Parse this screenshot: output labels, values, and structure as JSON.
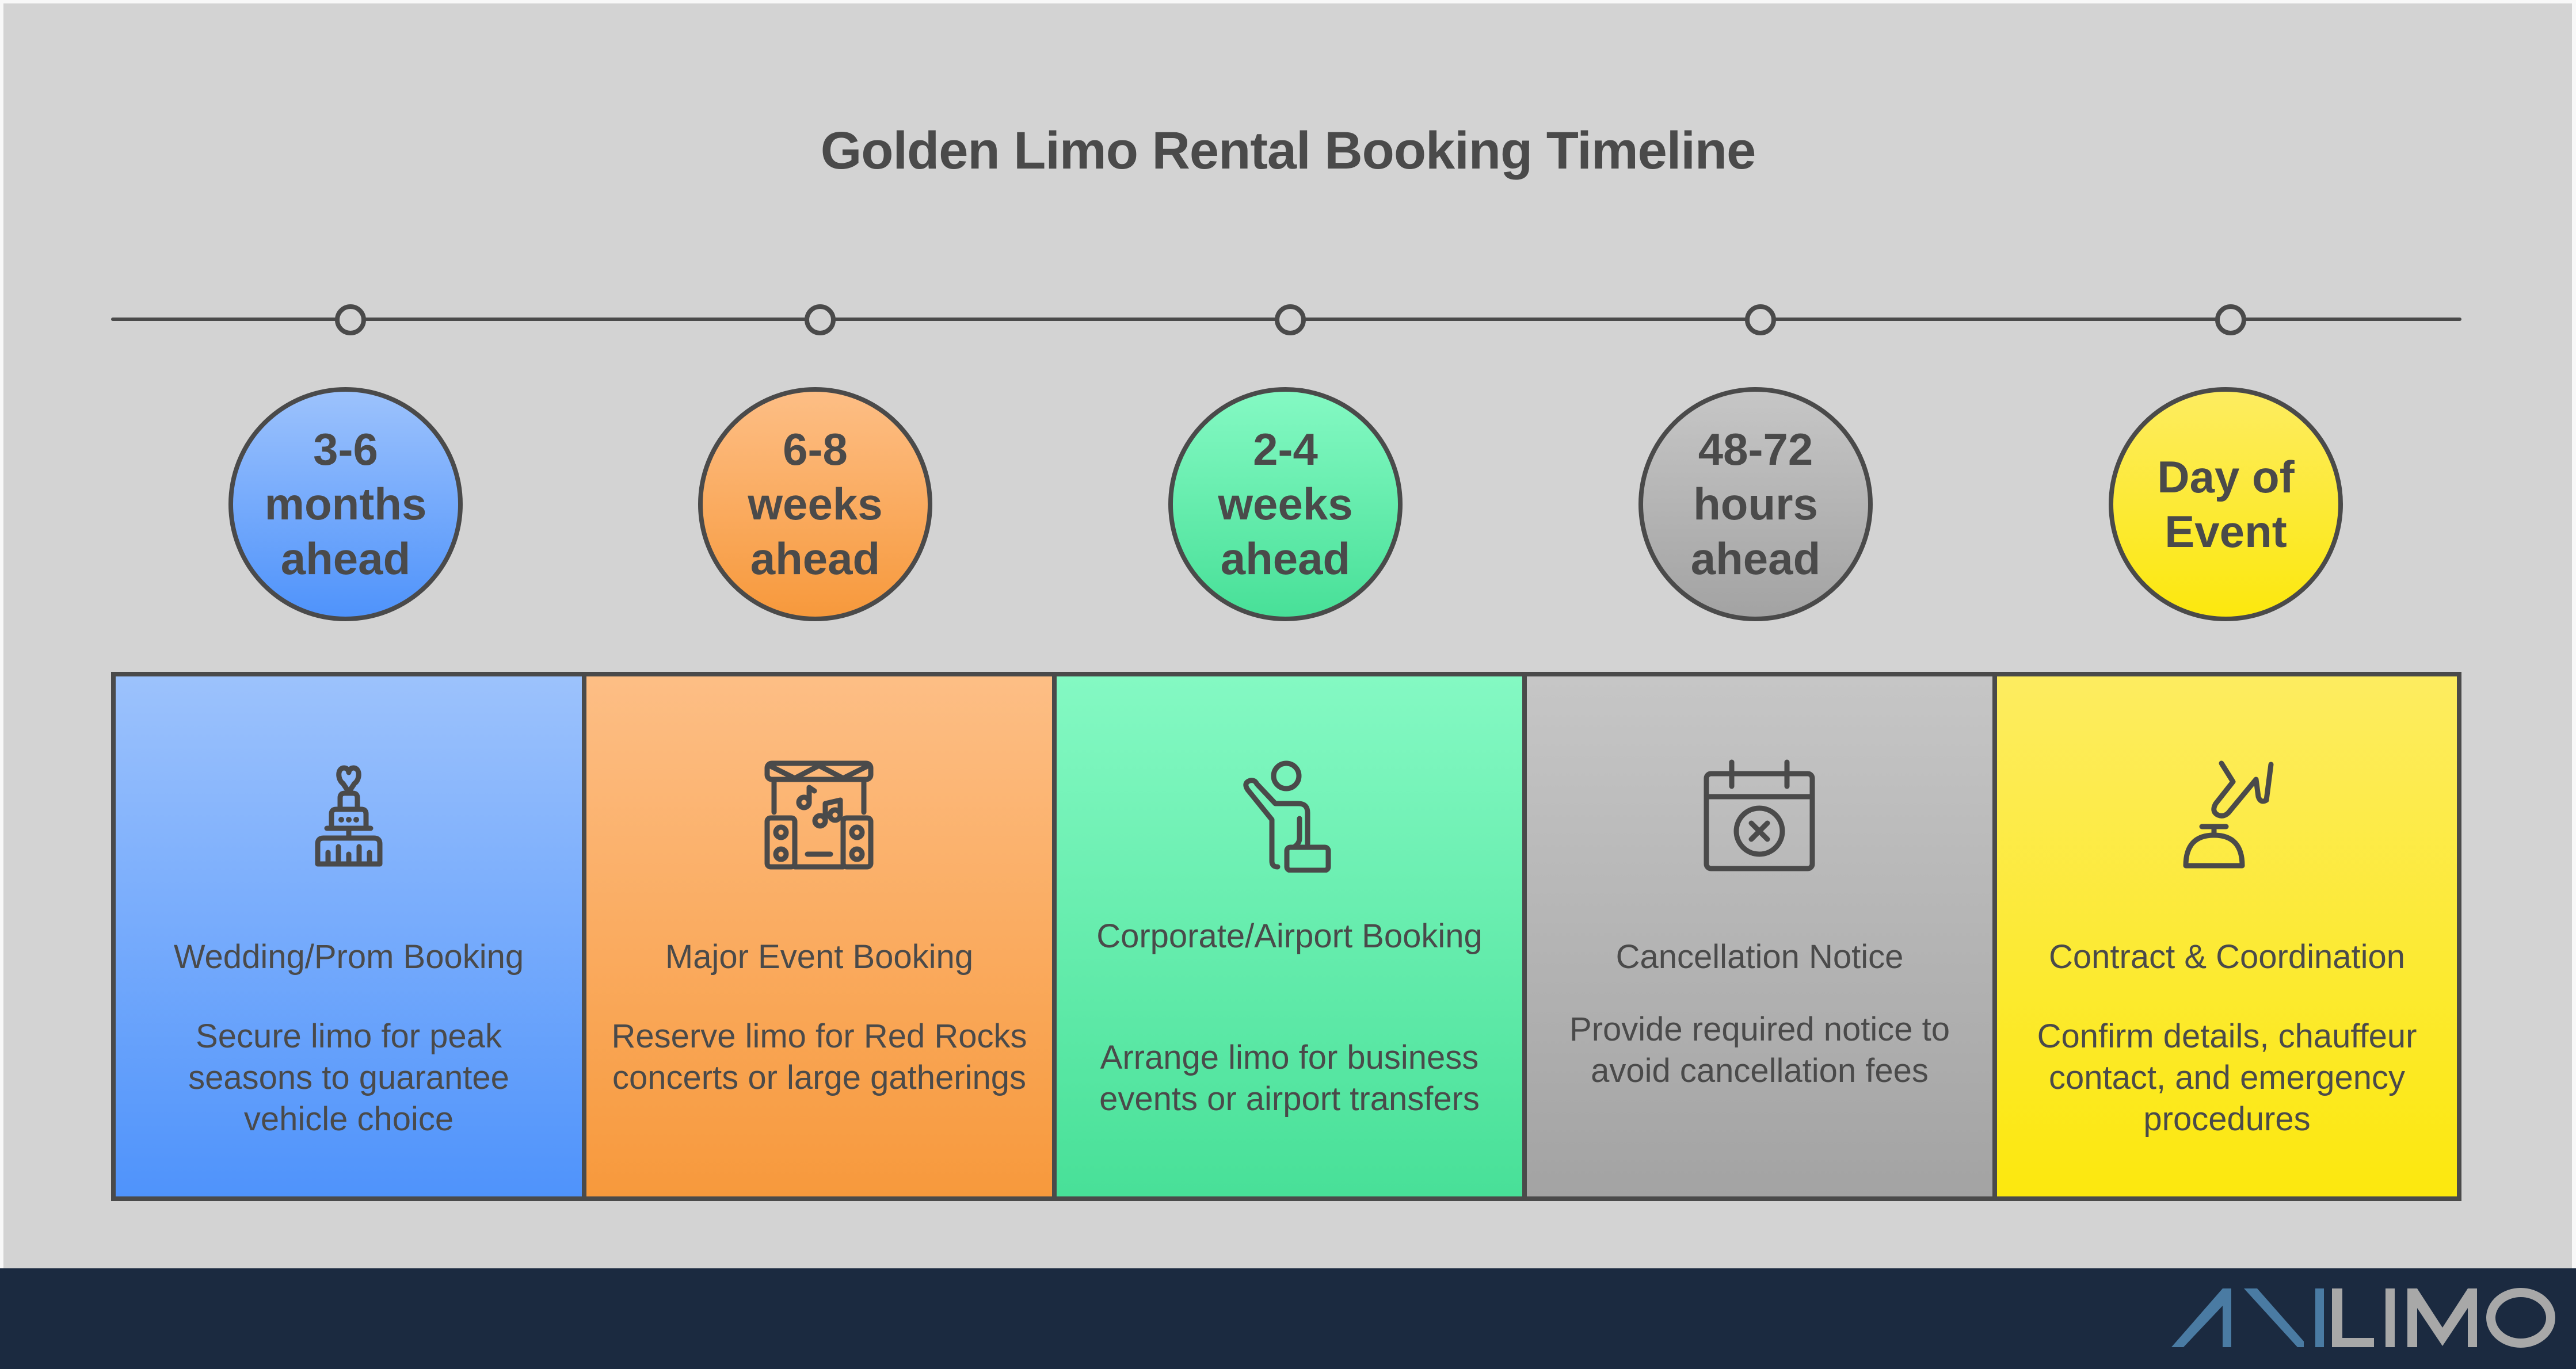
{
  "title": "Golden Limo Rental Booking Timeline",
  "colors": {
    "background": "#d3d3d3",
    "stroke": "#4a4a4a",
    "footer": "#1b2a40",
    "logo_accent": "#4a7ba3",
    "logo_text": "#a8a8a8"
  },
  "stages": [
    {
      "timeframe": "3-6\nmonths\nahead",
      "icon": "wedding-cake-icon",
      "title": "Wedding/Prom Booking",
      "description": "Secure limo for peak seasons to guarantee vehicle choice",
      "color_top": "#9cc2fc",
      "color_bottom": "#4f93fb"
    },
    {
      "timeframe": "6-8\nweeks\nahead",
      "icon": "concert-stage-icon",
      "title": "Major Event Booking",
      "description": "Reserve limo for Red Rocks concerts or large gatherings",
      "color_top": "#fdbe85",
      "color_bottom": "#f7993c"
    },
    {
      "timeframe": "2-4\nweeks\nahead",
      "icon": "business-traveler-icon",
      "title": "Corporate/Airport Booking",
      "description": "Arrange limo for business events or airport transfers",
      "color_top": "#84f9c3",
      "color_bottom": "#48e098"
    },
    {
      "timeframe": "48-72\nhours\nahead",
      "icon": "calendar-cancel-icon",
      "title": "Cancellation Notice",
      "description": "Provide required notice to avoid cancellation fees",
      "color_top": "#c6c6c6",
      "color_bottom": "#a3a3a3"
    },
    {
      "timeframe": "Day of\nEvent",
      "icon": "service-bell-icon",
      "title": "Contract & Coordination",
      "description": "Confirm details, chauffeur contact, and emergency procedures",
      "color_top": "#fdec60",
      "color_bottom": "#fce80e"
    }
  ],
  "footer": {
    "logo_text": "AVILIMO",
    "logo_accent_part": "AVI",
    "logo_plain_part": "LIMO"
  }
}
